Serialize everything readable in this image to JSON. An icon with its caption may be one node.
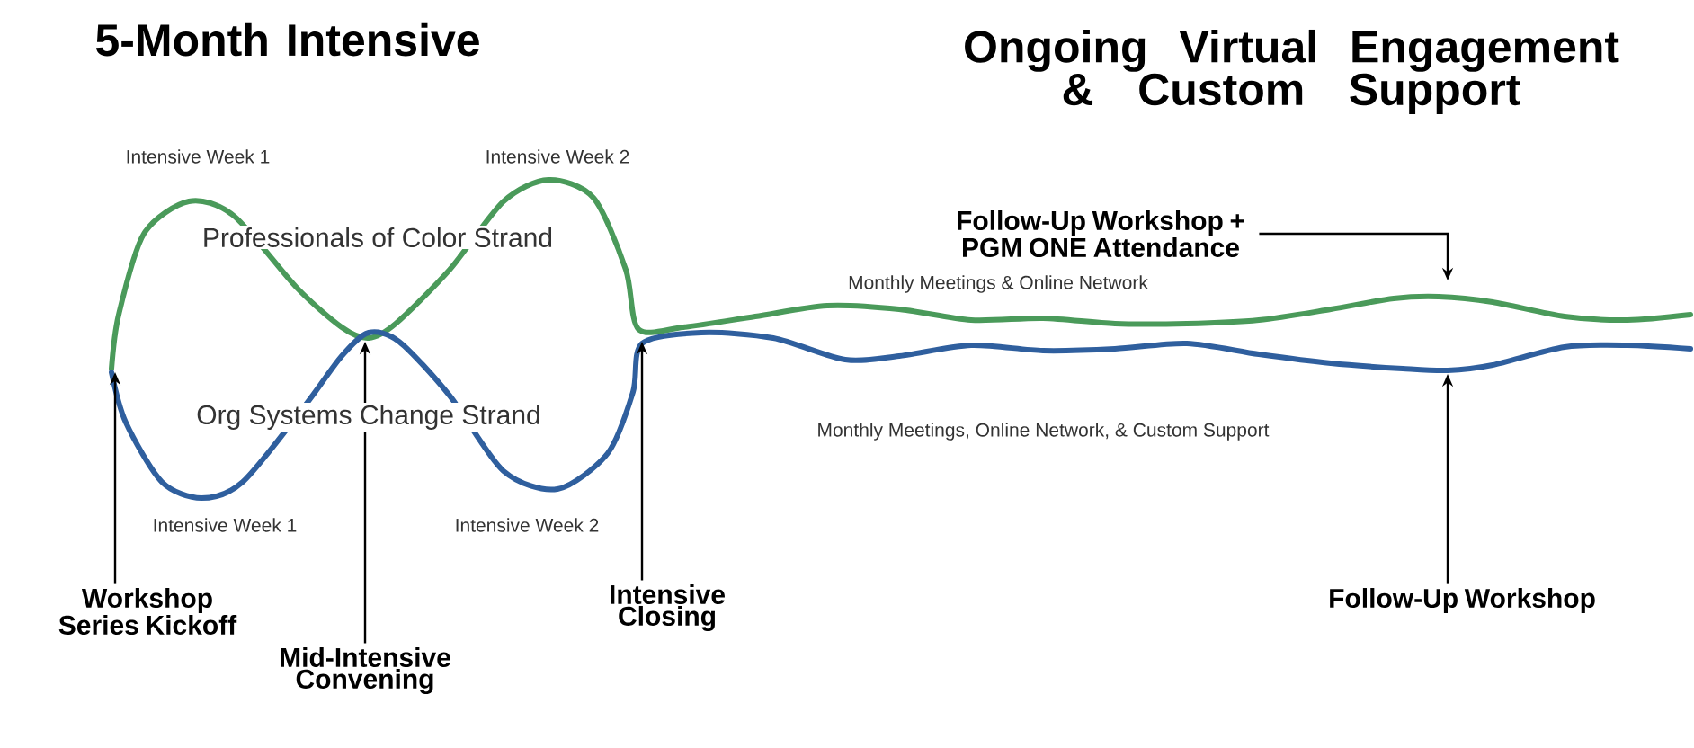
{
  "diagram": {
    "nodes": [
      {
        "text": [
          "Workshop Series Kickoff"
        ]
      },
      {
        "text": [
          "Mid-Intensive Convening"
        ]
      },
      {
        "text": [
          "Intensive Closing"
        ]
      },
      {
        "text": [
          "Follow-Up Workshop + PGM ONE Attendance"
        ]
      },
      {
        "text": [
          "Follow-Up Workshop"
        ]
      }
    ],
    "edges": [
      {
        "from": 0,
        "to": null,
        "arrow": "to"
      },
      {
        "from": 1,
        "to": null,
        "arrow": "to"
      },
      {
        "from": 2,
        "to": null,
        "arrow": "to"
      },
      {
        "from": 3,
        "to": null,
        "arrow": "to"
      },
      {
        "from": 4,
        "to": null,
        "arrow": "to"
      }
    ],
    "labels": [
      "5-Month Intensive",
      "Ongoing Virtual Engagement & Custom Support",
      "Intensive Week 1",
      "Intensive Week 2",
      "Professionals of Color Strand",
      "Monthly Meetings & Online Network",
      "Org Systems Change Strand",
      "Monthly Meetings, Online Network, & Custom Support",
      "Intensive Week 1",
      "Intensive Week 2"
    ]
  }
}
